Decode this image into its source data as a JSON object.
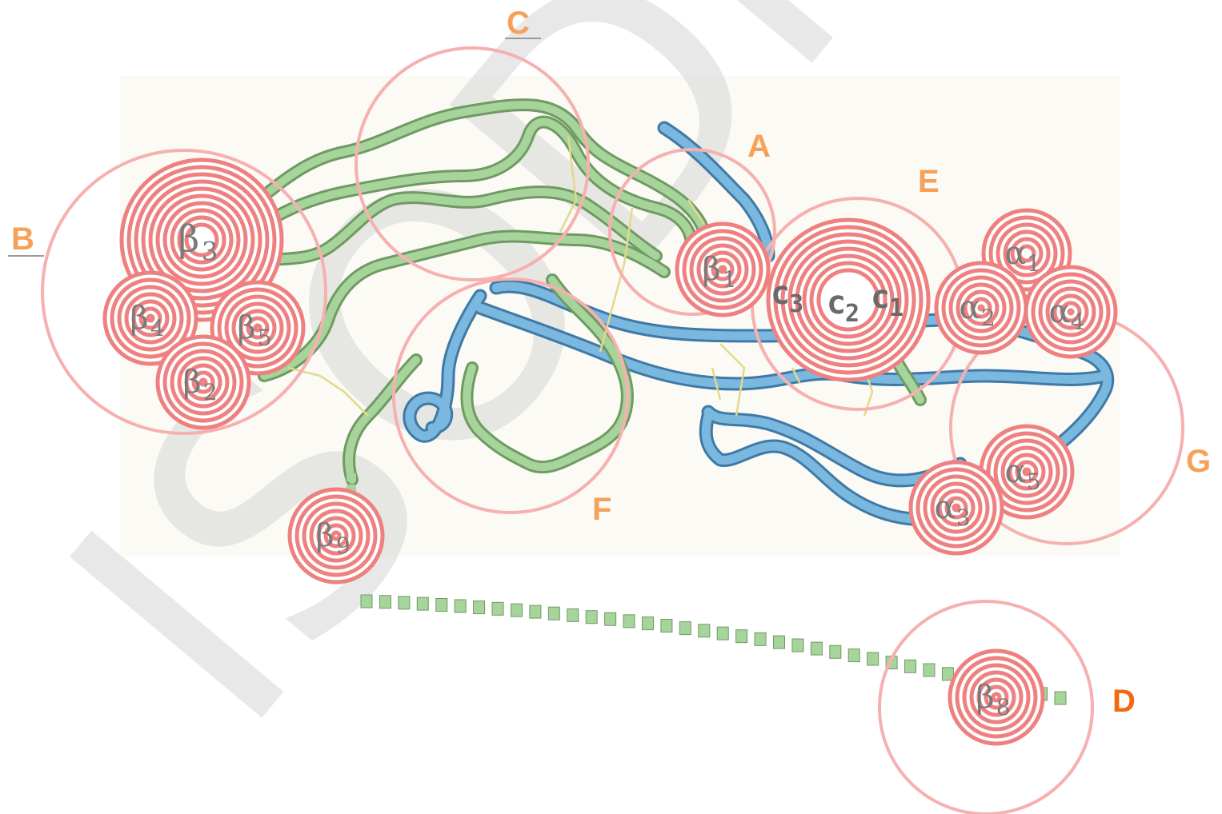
{
  "regions": [
    {
      "key": "A",
      "label": "A",
      "color": "#f5a15a"
    },
    {
      "key": "B",
      "label": "B",
      "color": "#f5a15a",
      "underlined": true
    },
    {
      "key": "C",
      "label": "C",
      "color": "#f5a15a",
      "underlined": true
    },
    {
      "key": "D",
      "label": "D",
      "color": "#f26a10"
    },
    {
      "key": "E",
      "label": "E",
      "color": "#f5a15a"
    },
    {
      "key": "F",
      "label": "F",
      "color": "#f5a15a"
    },
    {
      "key": "G",
      "label": "G",
      "color": "#f5a15a"
    }
  ],
  "sites": [
    {
      "key": "beta3",
      "symbol": "β",
      "sub": "3"
    },
    {
      "key": "beta4",
      "symbol": "β",
      "sub": "4"
    },
    {
      "key": "beta5",
      "symbol": "β",
      "sub": "5"
    },
    {
      "key": "beta2",
      "symbol": "β",
      "sub": "2"
    },
    {
      "key": "beta1",
      "symbol": "β",
      "sub": "1"
    },
    {
      "key": "beta9",
      "symbol": "β",
      "sub": "9"
    },
    {
      "key": "beta8",
      "symbol": "β",
      "sub": "8"
    },
    {
      "key": "alpha1",
      "symbol": "α",
      "sub": "1"
    },
    {
      "key": "alpha2",
      "symbol": "α",
      "sub": "2"
    },
    {
      "key": "alpha4",
      "symbol": "α",
      "sub": "4"
    },
    {
      "key": "alpha5",
      "symbol": "α",
      "sub": "5"
    },
    {
      "key": "alpha3",
      "symbol": "α",
      "sub": "3"
    }
  ],
  "c_sites": [
    {
      "key": "c3",
      "symbol": "c",
      "sub": "3"
    },
    {
      "key": "c2",
      "symbol": "c",
      "sub": "2"
    },
    {
      "key": "c1",
      "symbol": "c",
      "sub": "1"
    }
  ],
  "watermark": "ISODM",
  "colors": {
    "ring": "#ee8080",
    "region_circle": "#f6b0b0",
    "green_strand": "#a6d49a",
    "green_strand_shadow": "#6f9b63",
    "blue_strand": "#7ab8e0",
    "blue_strand_shadow": "#3f7aa6",
    "bond": "#e3d98a",
    "watermark": "#d6d6d6"
  }
}
